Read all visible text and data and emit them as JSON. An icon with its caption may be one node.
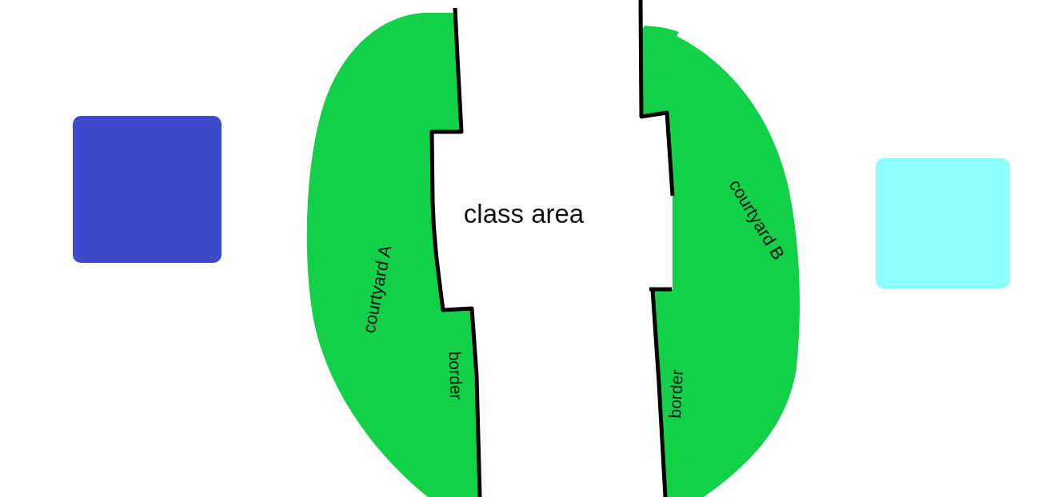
{
  "diagram": {
    "nodes": [
      {
        "text": [],
        "shape": "box"
      },
      {
        "text": [
          "courtyard A"
        ]
      },
      {
        "text": [
          "courtyard B"
        ]
      },
      {
        "text": [],
        "shape": "box"
      }
    ],
    "labels": [
      "class area",
      "border",
      "border"
    ]
  }
}
